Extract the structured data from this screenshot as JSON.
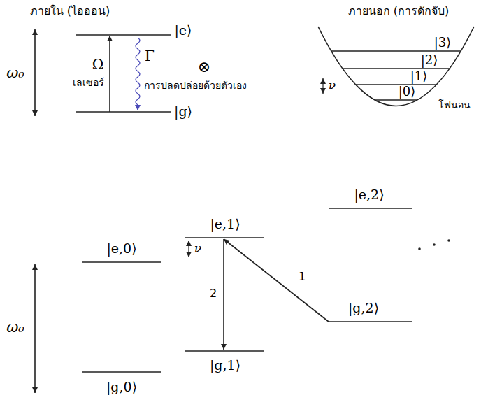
{
  "diagram": {
    "labels": [
      "ภายใน (ไอออน)",
      "ภายนอก (การดักจับ)",
      "|e⟩",
      "ω₀",
      "Ω",
      "เลเซอร์",
      "Γ",
      "⊗",
      "การปลดปล่อยด้วยตัวเอง",
      "|g⟩",
      "|3⟩",
      "|2⟩",
      "|1⟩",
      "|0⟩",
      "ν",
      "โฟนอน",
      "|e,2⟩",
      "|e,1⟩",
      "|e,0⟩",
      "ν",
      "1",
      "2",
      "|g,2⟩",
      "ω₀",
      "|g,1⟩",
      "|g,0⟩"
    ]
  }
}
